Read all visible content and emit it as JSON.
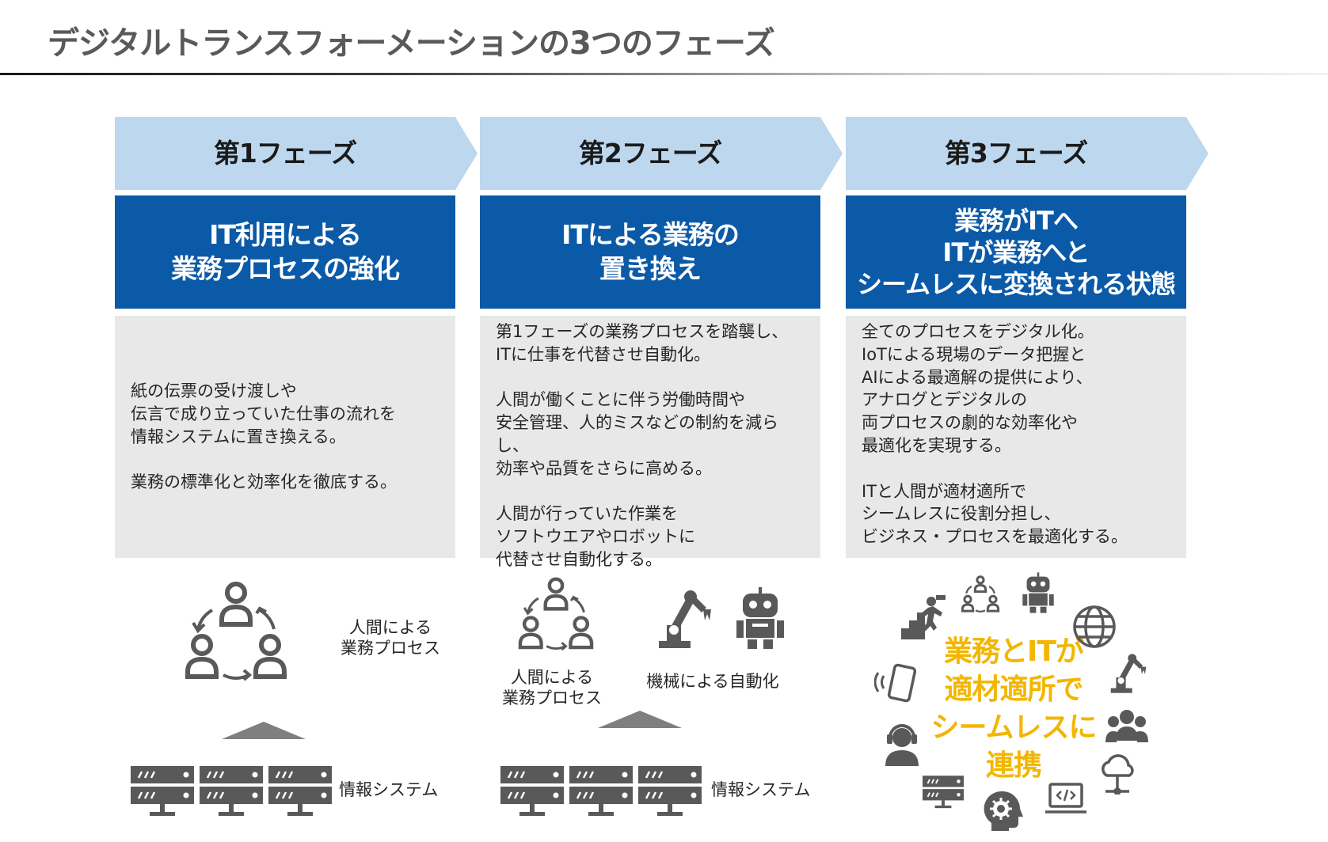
{
  "title": "デジタルトランスフォーメーションの3つのフェーズ",
  "phases": [
    {
      "label": "第1フェーズ",
      "headline": "IT利用による\n業務プロセスの強化",
      "paragraphs": [
        "紙の伝票の受け渡しや\n伝言で成り立っていた仕事の流れを\n情報システムに置き換える。",
        "業務の標準化と効率化を徹底する。"
      ]
    },
    {
      "label": "第2フェーズ",
      "headline": "ITによる業務の\n置き換え",
      "paragraphs": [
        "第1フェーズの業務プロセスを踏襲し、\nITに仕事を代替させ自動化。",
        "人間が働くことに伴う労働時間や\n安全管理、人的ミスなどの制約を減らし、\n効率や品質をさらに高める。",
        "人間が行っていた作業を\nソフトウエアやロボットに\n代替させ自動化する。"
      ]
    },
    {
      "label": "第3フェーズ",
      "headline": "業務がITへ\nITが業務へと\nシームレスに変換される状態",
      "paragraphs": [
        "全てのプロセスをデジタル化。\nIoTによる現場のデータ把握と\nAIによる最適解の提供により、\nアナログとデジタルの\n両プロセスの劇的な効率化や\n最適化を実現する。",
        "ITと人間が適材適所で\nシームレスに役割分担し、\nビジネス・プロセスを最適化する。"
      ]
    }
  ],
  "captions": {
    "human_process_1": "人間による\n業務プロセス",
    "info_system_1": "情報システム",
    "human_process_2": "人間による\n業務プロセス",
    "machine_automation": "機械による自動化",
    "info_system_2": "情報システム",
    "phase3_center": "業務とITが\n適材適所で\nシームレスに\n連携"
  },
  "colors": {
    "arrow_fill": "#bdd7ee",
    "headline_fill": "#0b5aa8",
    "desc_fill": "#e8e8e8",
    "icon_gray": "#595959",
    "accent_yellow": "#f2b600"
  },
  "icons": [
    "people-cycle-icon",
    "server-rack-icon",
    "robot-arm-icon",
    "robot-icon",
    "runner-stairs-icon",
    "globe-icon",
    "smartphone-icon",
    "support-agent-icon",
    "group-icon",
    "cloud-network-icon",
    "laptop-code-icon",
    "gear-head-icon",
    "upward-triangle-icon"
  ]
}
